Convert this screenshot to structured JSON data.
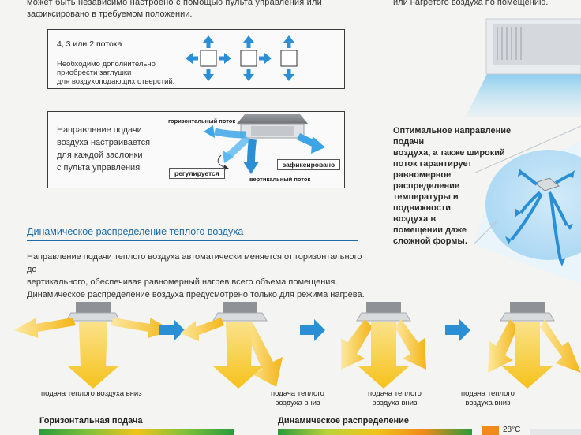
{
  "top_text": {
    "line1": "может быть независимо настроено с помощью пульта управления или",
    "line2": "зафиксировано в требуемом положении.",
    "right_line": "или нагретого воздуха по помещению."
  },
  "flow_box": {
    "title": "4, 3 или 2 потока",
    "note": [
      "Необходимо дополнительно",
      "приобрести заглушки",
      "для воздухоподающих отверстий."
    ]
  },
  "direction_box": {
    "text": [
      "Направление подачи",
      "воздуха настраивается",
      "для каждой заслонки",
      "с пульта управления"
    ],
    "horizontal_label": "горизонтальный поток",
    "vertical_label": "вертикальный поток",
    "adjustable_tag": "регулируется",
    "fixed_tag": "зафиксировано"
  },
  "optimal_text": [
    "Оптимальное направление подачи",
    "воздуха, а также широкий",
    "поток гарантирует",
    "равномерное",
    "распределение",
    "температуры и",
    "подвижности",
    "воздуха в",
    "помещении даже",
    "сложной формы."
  ],
  "section": {
    "heading": "Динамическое распределение теплого воздуха",
    "paragraph": [
      "Направление подачи теплого воздуха автоматически меняется от горизонтального до",
      "вертикального, обеспечивая равномерный нагрев всего объема помещения.",
      "Динамическое распределение воздуха предусмотрено только для режима нагрева."
    ]
  },
  "captions": {
    "c1": "подача теплого воздуха вниз",
    "c2": [
      "подача теплого",
      "воздуха вниз"
    ],
    "c3": [
      "подача теплого",
      "воздуха вниз"
    ],
    "c4": [
      "подача теплого",
      "воздуха вниз"
    ]
  },
  "bottom": {
    "left_title": "Горизонтальная подача",
    "right_title": "Динамическое распределение",
    "temp_label": "28°C"
  },
  "colors": {
    "accent_blue": "#2b8fd6",
    "heading_blue": "#1f6aa5",
    "warm_yellow": "#f5c21b",
    "warm_orange": "#f08a1a"
  }
}
